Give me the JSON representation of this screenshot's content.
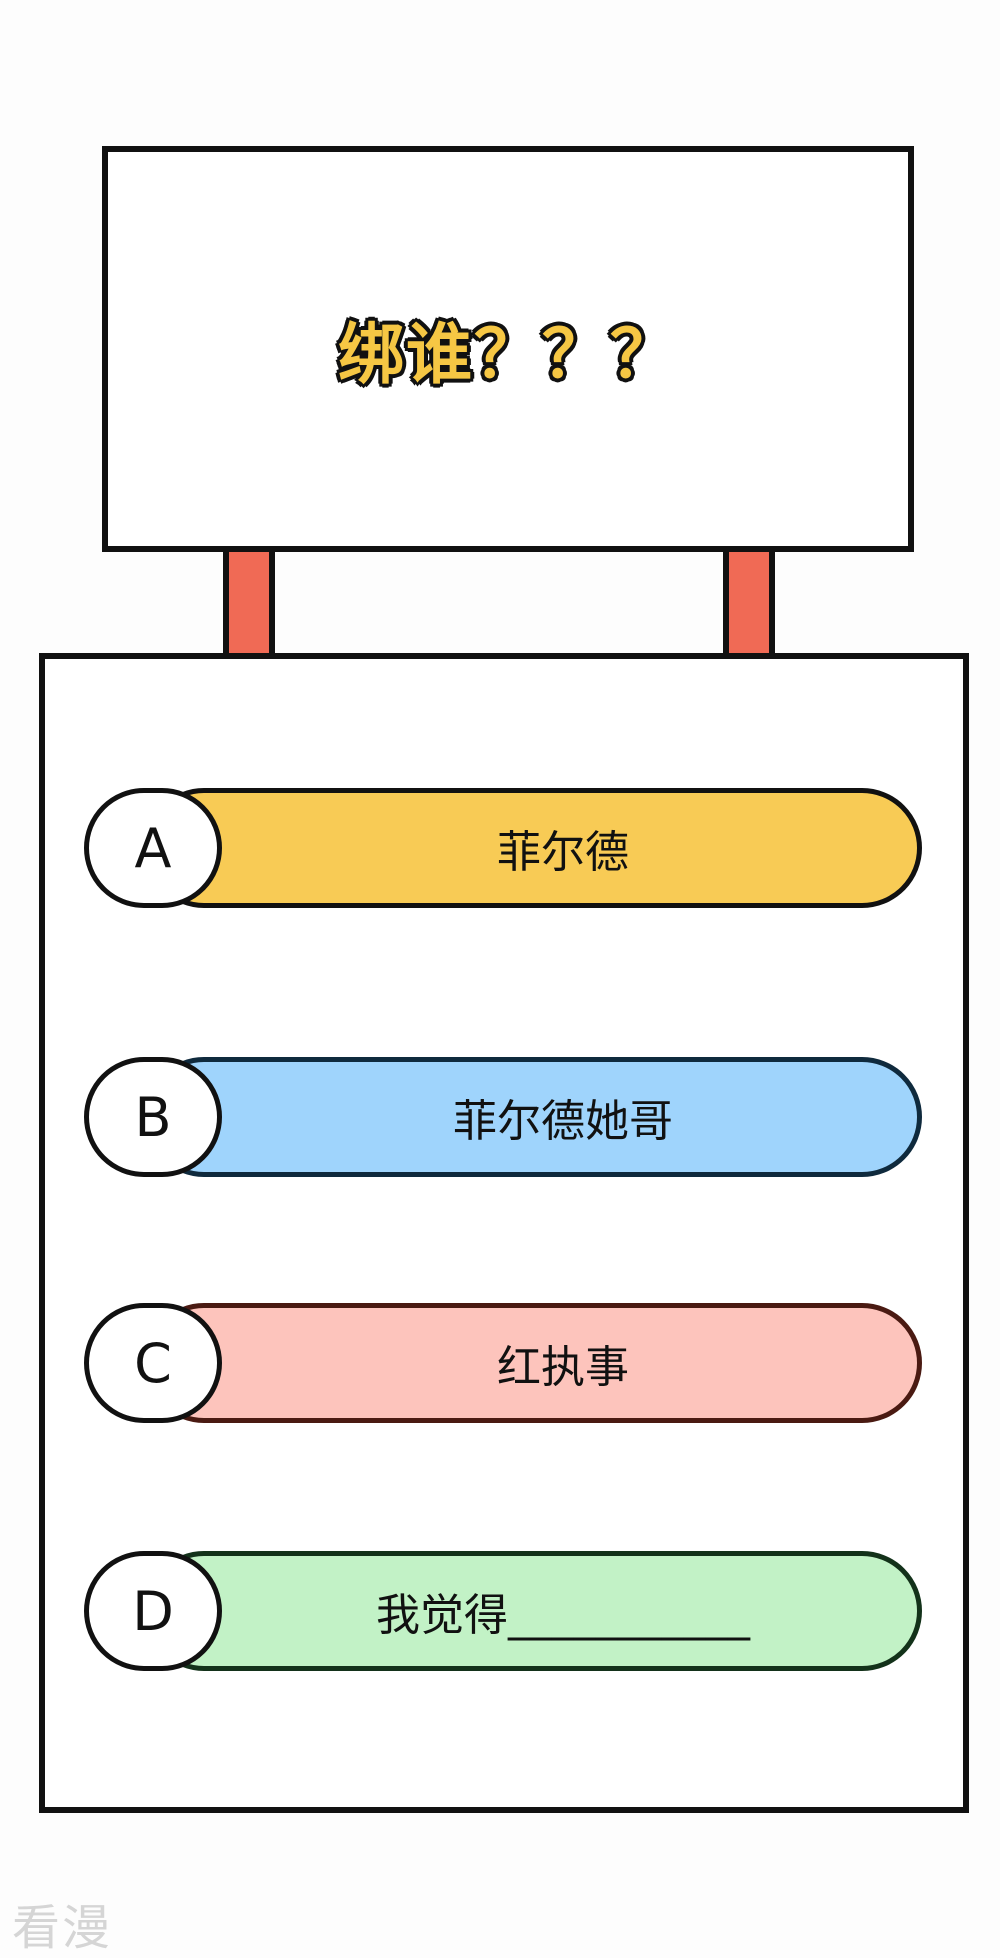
{
  "sign": {
    "question": "绑谁？？？"
  },
  "options": [
    {
      "letter": "A",
      "text": "菲尔德",
      "color": "#f8cb55",
      "border": "#111111"
    },
    {
      "letter": "B",
      "text": "菲尔德她哥",
      "color": "#9fd4fc",
      "border": "#0f2a3d"
    },
    {
      "letter": "C",
      "text": "红执事",
      "color": "#fdc4bc",
      "border": "#4a1a12"
    },
    {
      "letter": "D",
      "text": "我觉得___________",
      "color": "#c2f2c6",
      "border": "#13321a"
    }
  ],
  "watermark": "看漫"
}
